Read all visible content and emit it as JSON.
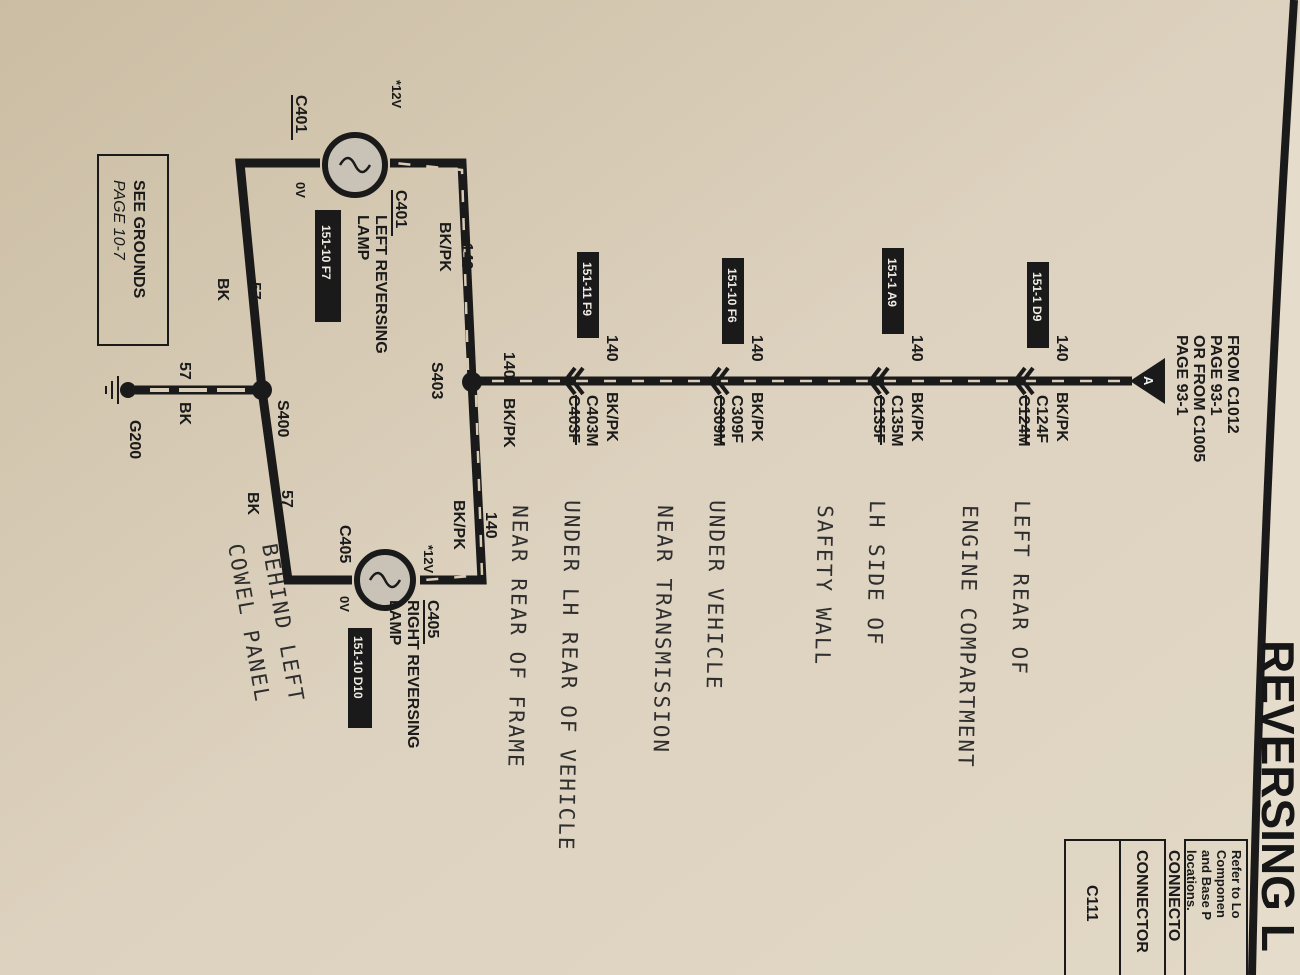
{
  "page": {
    "title": "REVERSING L",
    "accent_color": "#1a1a1a",
    "paper_color": "#d8ccb6"
  },
  "source": {
    "marker": "A",
    "lines": [
      "FROM C1012",
      "PAGE 93-1",
      "OR FROM C1005",
      "PAGE 93-1"
    ]
  },
  "connector_table": {
    "heading": "CONNECTO",
    "column": "CONNECTOR",
    "row1": "C111"
  },
  "refer_note": [
    "Refer to Lo",
    "Componen",
    "and Base P",
    "locations."
  ],
  "trunk_connectors": [
    {
      "circuit": "140",
      "color": "BK/PK",
      "top": "C124F",
      "bottom": "C124M",
      "ref": "151-1 D9",
      "note": [
        "LEFT REAR OF",
        "ENGINE COMPARTMENT"
      ]
    },
    {
      "circuit": "140",
      "color": "BK/PK",
      "top": "C135M",
      "bottom": "C135F",
      "ref": "151-1 A9",
      "note": [
        "LH SIDE OF",
        "SAFETY WALL"
      ]
    },
    {
      "circuit": "140",
      "color": "BK/PK",
      "top": "C309F",
      "bottom": "C309M",
      "ref": "151-10 F6",
      "note": [
        "UNDER VEHICLE",
        "NEAR TRANSMISSION"
      ]
    },
    {
      "circuit": "140",
      "color": "BK/PK",
      "top": "C403M",
      "bottom": "C403F",
      "ref": "151-11 F9",
      "note": [
        "UNDER LH REAR OF VEHICLE",
        "NEAR REAR OF FRAME"
      ]
    }
  ],
  "splices": {
    "s403": "S403",
    "s400": "S400"
  },
  "left_lamp": {
    "connector": "C401",
    "connector2": "C401",
    "name1": "LEFT REVERSING",
    "name2": "LAMP",
    "ref": "151-10 F7",
    "v_in": "*12V",
    "v_out": "0V",
    "wire_in": "140",
    "wire_in_color": "BK/PK",
    "wire_out": "57",
    "wire_out_color": "BK"
  },
  "right_lamp": {
    "connector": "C405",
    "connector2": "C405",
    "name1": "RIGHT REVERSING",
    "name2": "LAMP",
    "ref": "151-10 D10",
    "v_in": "*12V",
    "v_out": "0V",
    "wire_in": "140",
    "wire_in_color": "BK/PK",
    "wire_out": "57",
    "wire_out_color": "BK"
  },
  "s403_wire": {
    "circuit": "140",
    "color": "BK/PK"
  },
  "ground": {
    "circuit": "57",
    "color": "BK",
    "name": "G200",
    "see1": "SEE GROUNDS",
    "see2": "PAGE 10-7"
  },
  "handwritten_ground_note": [
    "BEHIND LEFT",
    "COWEL PANEL"
  ]
}
